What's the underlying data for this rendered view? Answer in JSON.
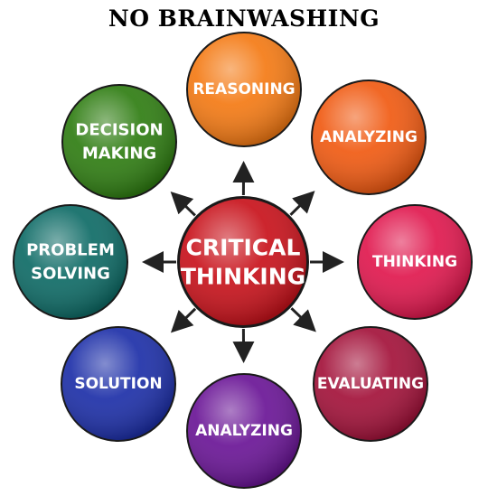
{
  "title": "NO BRAINWASHING",
  "center": {
    "lines": [
      "CRITICAL",
      "THINKING"
    ],
    "color": "#c8121b"
  },
  "nodes": [
    {
      "key": "reasoning",
      "lines": [
        "REASONING"
      ],
      "color": "#f47a14"
    },
    {
      "key": "analyzing-top",
      "lines": [
        "ANALYZING"
      ],
      "color": "#f05a12"
    },
    {
      "key": "thinking",
      "lines": [
        "THINKING"
      ],
      "color": "#e0184e"
    },
    {
      "key": "evaluating",
      "lines": [
        "EVALUATING"
      ],
      "color": "#a3123a"
    },
    {
      "key": "analyzing-bottom",
      "lines": [
        "ANALYZING"
      ],
      "color": "#6a1596"
    },
    {
      "key": "solution",
      "lines": [
        "SOLUTION"
      ],
      "color": "#1d2fa8"
    },
    {
      "key": "problem-solving",
      "lines": [
        "PROBLEM",
        "SOLVING"
      ],
      "color": "#0e6b66"
    },
    {
      "key": "decision-making",
      "lines": [
        "DECISION",
        "MAKING"
      ],
      "color": "#2f7d12"
    }
  ]
}
